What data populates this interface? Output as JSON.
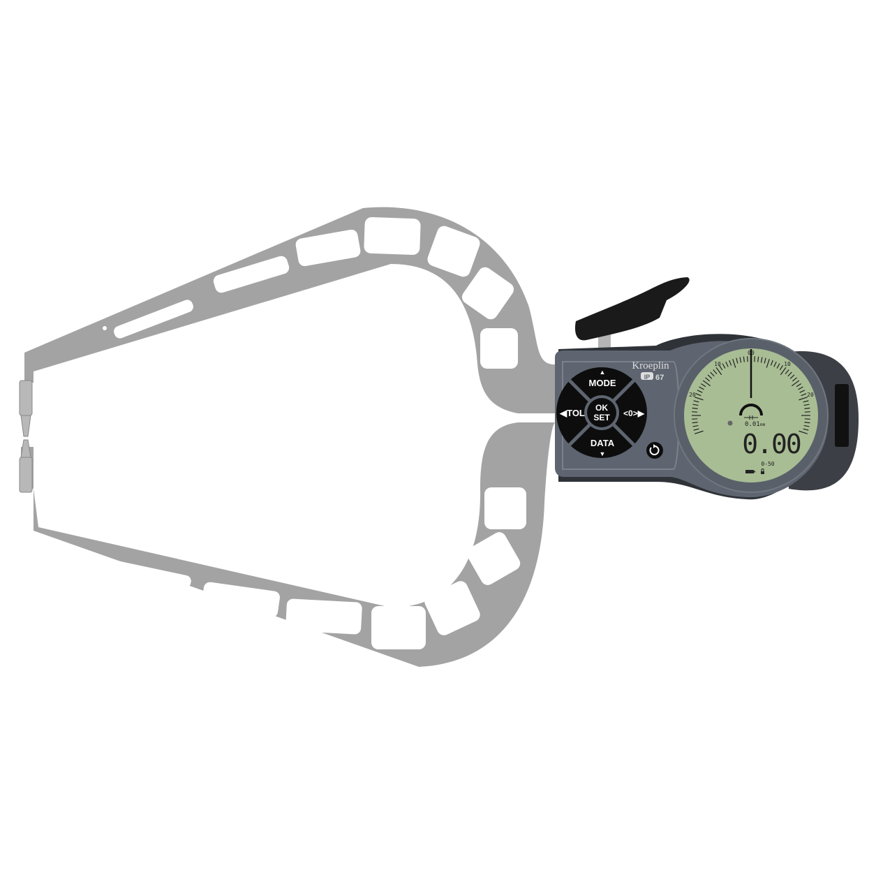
{
  "device": {
    "brand": "Kroeplin",
    "ip_rating_badge": "IP",
    "ip_rating_number": "67",
    "colors": {
      "frame": "#a3a3a3",
      "body": "#5e6570",
      "keypad": "#0d0d0d",
      "lcd": "#a8bd94",
      "lever": "#1a1a1a"
    }
  },
  "keypad": {
    "mode": "MODE",
    "tol": "◀TOL",
    "ok": "OK",
    "set": "SET",
    "zero": "<0>▶",
    "data": "DATA",
    "up_arrow": "▲",
    "down_arrow": "▼",
    "power_icon": "power-icon"
  },
  "display": {
    "scale_top": "00",
    "scale_left_10": "10",
    "scale_right_10": "10",
    "scale_left_20": "20",
    "scale_right_20": "20",
    "resolution": "0.01",
    "resolution_unit": "mm",
    "reading": "0.00",
    "range": "0-50",
    "needle_value": 0
  }
}
